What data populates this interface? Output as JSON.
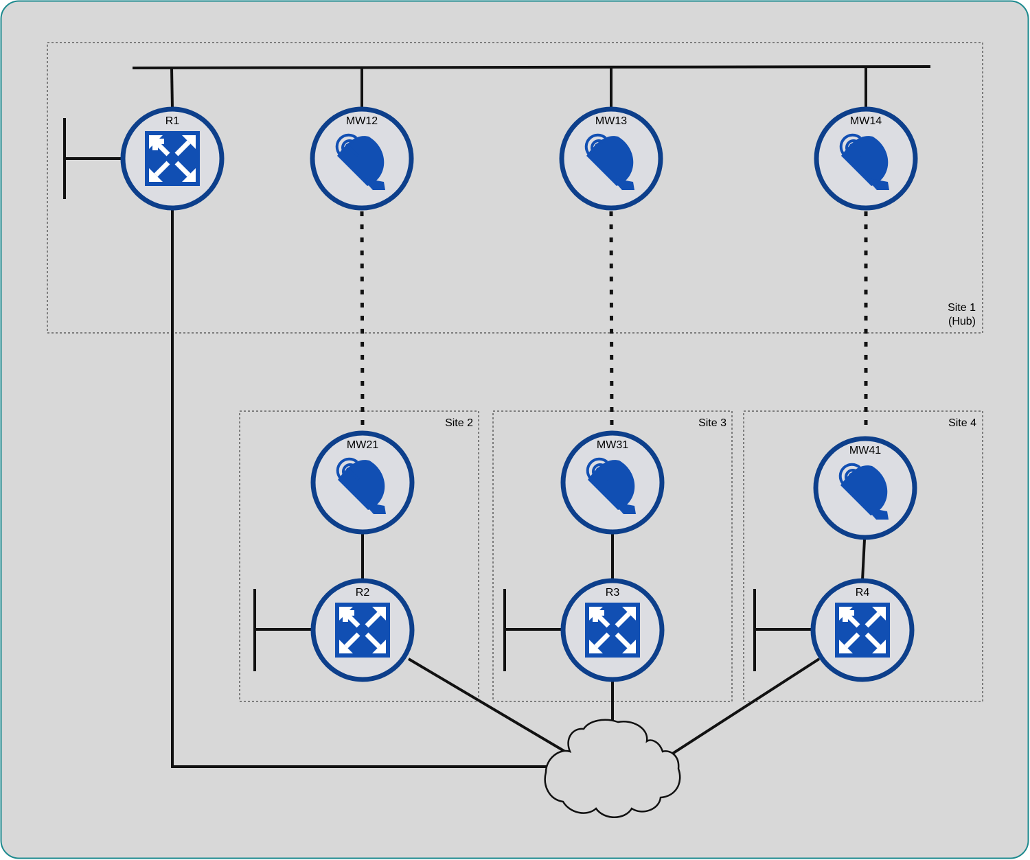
{
  "colors": {
    "background": "#d8d8d8",
    "frame": "#1d8a8e",
    "device_fill": "#dcdde2",
    "device_ring": "#0d3f8b",
    "device_icon": "#114fb3",
    "line": "#111111"
  },
  "sites": [
    {
      "id": "site1",
      "label": "Site 1",
      "sublabel": "(Hub)"
    },
    {
      "id": "site2",
      "label": "Site 2"
    },
    {
      "id": "site3",
      "label": "Site 3"
    },
    {
      "id": "site4",
      "label": "Site 4"
    }
  ],
  "devices": [
    {
      "id": "R1",
      "label": "R1",
      "type": "router",
      "icon": "router-icon"
    },
    {
      "id": "MW12",
      "label": "MW12",
      "type": "microwave",
      "icon": "satellite-dish-icon"
    },
    {
      "id": "MW13",
      "label": "MW13",
      "type": "microwave",
      "icon": "satellite-dish-icon"
    },
    {
      "id": "MW14",
      "label": "MW14",
      "type": "microwave",
      "icon": "satellite-dish-icon"
    },
    {
      "id": "MW21",
      "label": "MW21",
      "type": "microwave",
      "icon": "satellite-dish-icon"
    },
    {
      "id": "MW31",
      "label": "MW31",
      "type": "microwave",
      "icon": "satellite-dish-icon"
    },
    {
      "id": "MW41",
      "label": "MW41",
      "type": "microwave",
      "icon": "satellite-dish-icon"
    },
    {
      "id": "R2",
      "label": "R2",
      "type": "router",
      "icon": "router-icon"
    },
    {
      "id": "R3",
      "label": "R3",
      "type": "router",
      "icon": "router-icon"
    },
    {
      "id": "R4",
      "label": "R4",
      "type": "router",
      "icon": "router-icon"
    }
  ],
  "links": [
    {
      "from": "R1",
      "to": "hub-bus",
      "style": "solid"
    },
    {
      "from": "MW12",
      "to": "hub-bus",
      "style": "solid"
    },
    {
      "from": "MW13",
      "to": "hub-bus",
      "style": "solid"
    },
    {
      "from": "MW14",
      "to": "hub-bus",
      "style": "solid"
    },
    {
      "from": "MW12",
      "to": "MW21",
      "style": "dotted"
    },
    {
      "from": "MW13",
      "to": "MW31",
      "style": "dotted"
    },
    {
      "from": "MW14",
      "to": "MW41",
      "style": "dotted"
    },
    {
      "from": "MW21",
      "to": "R2",
      "style": "solid"
    },
    {
      "from": "MW31",
      "to": "R3",
      "style": "solid"
    },
    {
      "from": "MW41",
      "to": "R4",
      "style": "solid"
    },
    {
      "from": "R1",
      "to": "cloud",
      "style": "solid"
    },
    {
      "from": "R2",
      "to": "cloud",
      "style": "solid"
    },
    {
      "from": "R3",
      "to": "cloud",
      "style": "solid"
    },
    {
      "from": "R4",
      "to": "cloud",
      "style": "solid"
    }
  ]
}
